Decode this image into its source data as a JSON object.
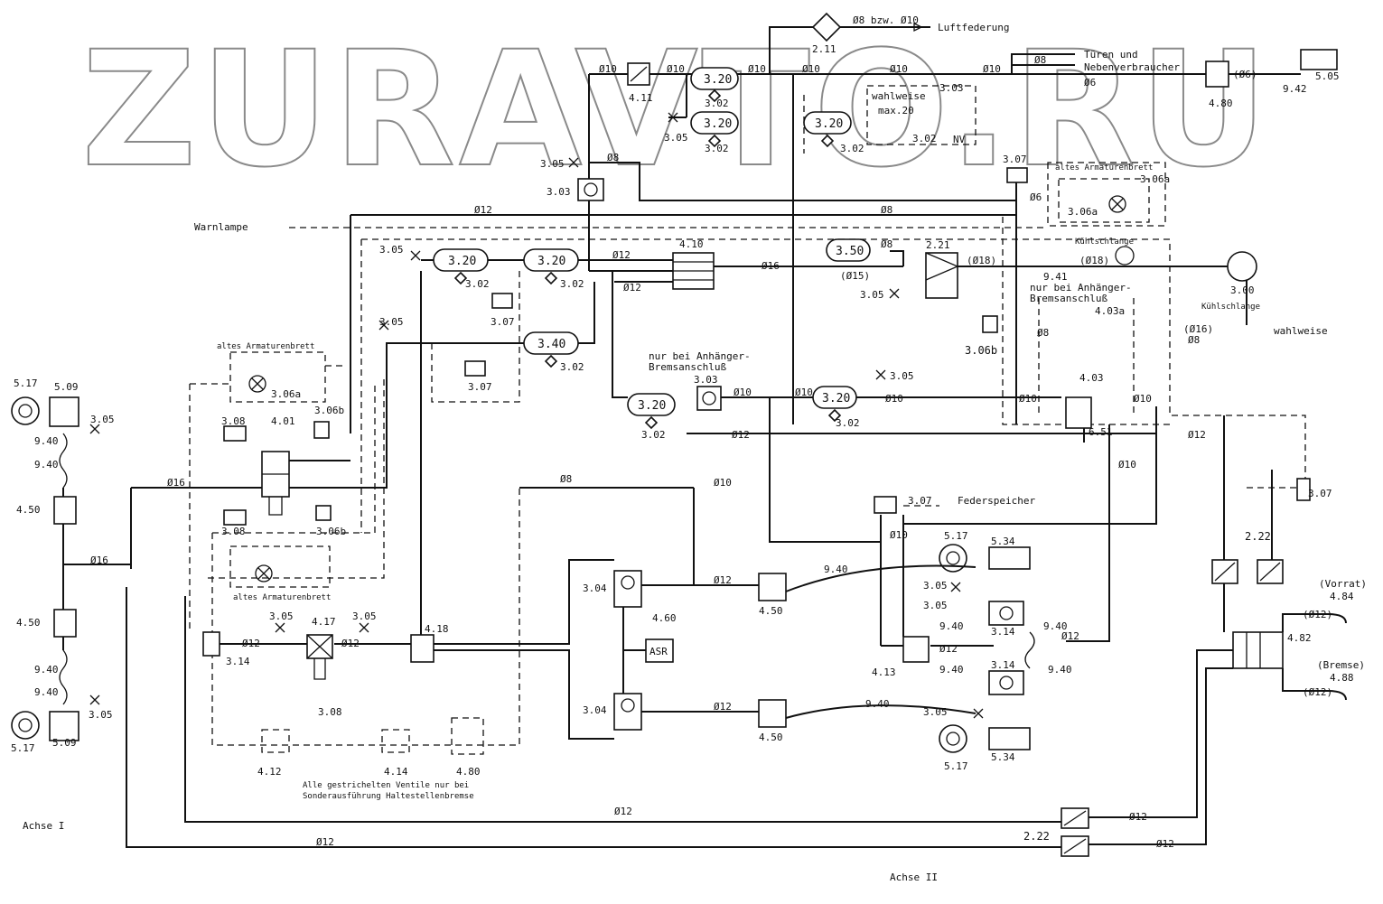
{
  "watermark": "ZURAVTO.RU",
  "top_outputs": {
    "luftfederung": "Luftfederung",
    "diameter_note": "Ø8 bzw. Ø10",
    "tueren": "Türen und",
    "nebenverbraucher": "Nebenverbraucher"
  },
  "notes": {
    "warnlampe": "Warnlampe",
    "wahlweise_max": "wahlweise",
    "max20": "max.20",
    "nv": "NV",
    "altes_armaturenbrett": "altes Armaturenbrett",
    "kuehlschlange": "Kühlschlange",
    "kuehlschlange2": "Kühlschlange",
    "wahlweise": "wahlweise",
    "nur_bei_anhaenger_1": "nur bei Anhänger-",
    "nur_bei_anhaenger_2": "Bremsanschluß",
    "federspeicher": "Federspeicher",
    "vorrat": "(Vorrat)",
    "bremse": "(Bremse)",
    "footnote_1": "Alle gestrichelten Ventile nur bei",
    "footnote_2": "Sonderausführung Haltestellenbremse",
    "achse1": "Achse I",
    "achse2": "Achse II"
  },
  "reservoirs": [
    "3.20",
    "3.20",
    "3.20",
    "3.20",
    "3.20",
    "3.40",
    "3.20",
    "3.20"
  ],
  "labels": {
    "l_3_02": "3.02",
    "l_3_03": "3.03",
    "l_3_05": "3.05",
    "l_3_07": "3.07",
    "l_3_08": "3.08",
    "l_3_06a": "3.06a",
    "l_3_06b": "3.06b",
    "l_3_14": "3.14",
    "l_3_04": "3.04",
    "l_3_50": "3.50",
    "l_3_00": "3.00",
    "l_2_11": "2.11",
    "l_2_21": "2.21",
    "l_2_22": "2.22",
    "l_4_11": "4.11",
    "l_4_10": "4.10",
    "l_4_01": "4.01",
    "l_4_03": "4.03",
    "l_4_03a": "4.03a",
    "l_4_17": "4.17",
    "l_4_18": "4.18",
    "l_4_13": "4.13",
    "l_4_50": "4.50",
    "l_4_60": "4.60",
    "l_4_80": "4.80",
    "l_4_82": "4.82",
    "l_4_84": "4.84",
    "l_4_88": "4.88",
    "l_4_12": "4.12",
    "l_4_14": "4.14",
    "l_5_05": "5.05",
    "l_5_09": "5.09",
    "l_5_17": "5.17",
    "l_5_34": "5.34",
    "l_6_51": "6.51",
    "l_9_40": "9.40",
    "l_9_41": "9.41",
    "l_9_42": "9.42",
    "asr": "ASR"
  },
  "pipes": {
    "d6": "Ø6",
    "d8": "Ø8",
    "d10": "Ø10",
    "d12": "Ø12",
    "d16": "Ø16",
    "d15p": "(Ø15)",
    "d16p": "(Ø16)",
    "d18p": "(Ø18)",
    "d12p": "(Ø12)",
    "d6p": "(Ø6)"
  }
}
